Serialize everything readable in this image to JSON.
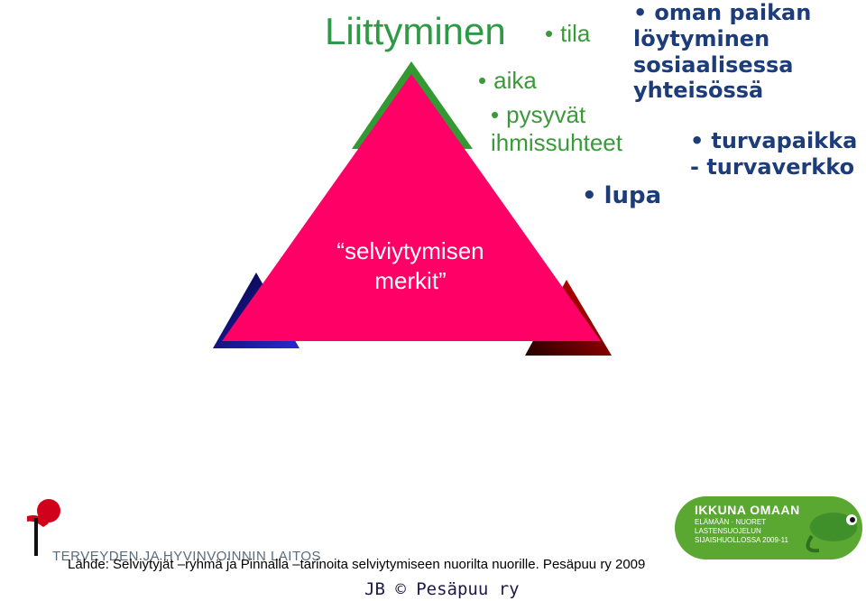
{
  "slide": {
    "title": "Liittyminen",
    "center_label": "“selviytymisen merkit”",
    "bullets": {
      "tila": "tila",
      "aika": "aika",
      "pysyvat": "pysyvät ihmissuhteet",
      "lupa": "lupa",
      "oman_paikan": "oman paikan löytyminen sosiaalisessa yhteisössä",
      "turvapaikka": "turvapaikka - turvaverkko"
    },
    "bullet_char": "•",
    "source": "Lähde: Selviytyjät –ryhmä ja Pinnalla –tarinoita selviytymiseen nuorilta nuorille. Pesäpuu ry 2009",
    "footer": "JB © Pesäpuu ry",
    "logo_text": "TERVEYDEN JA HYVINVOINNIN LAITOS",
    "badge": {
      "title": "IKKUNA OMAAN",
      "subtitle": "ELÄMÄÄN · NUORET LASTENSUOJELUN SIJAISHUOLLOSSA 2009-11"
    }
  },
  "colors": {
    "triangle_main": "#ff0066",
    "triangle_green": "#339933",
    "triangle_blue": "#1a1a8c",
    "triangle_red": "#cc0000",
    "title_green": "#2e9a45",
    "bullet_blue": "#1c3d7a",
    "badge_green": "#5aa832"
  },
  "icons": [
    "thl-logo-icon",
    "chameleon-icon"
  ]
}
